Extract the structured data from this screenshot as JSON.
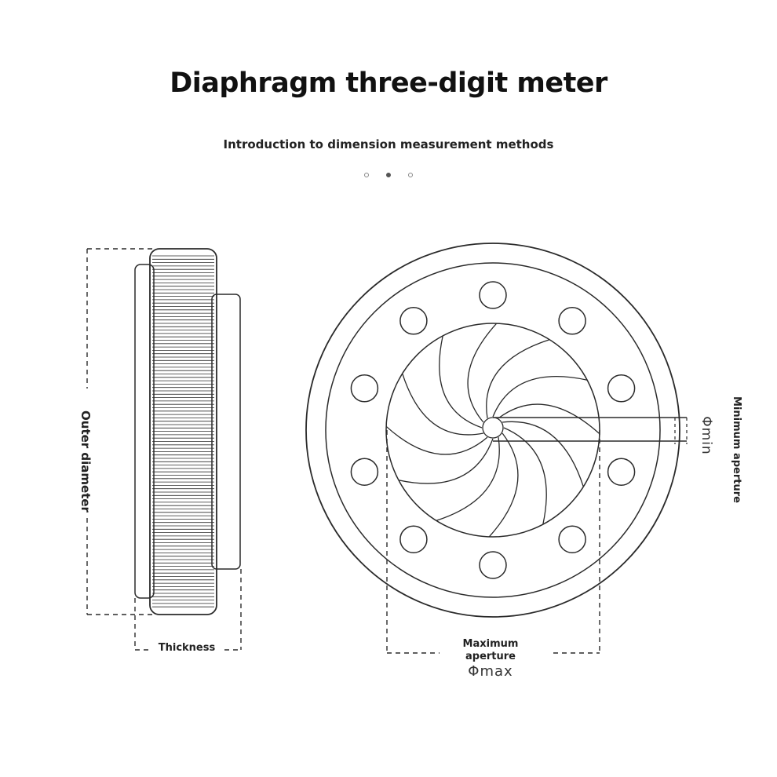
{
  "header": {
    "title": "Diaphragm three-digit meter",
    "subtitle": "Introduction to dimension measurement methods"
  },
  "carousel": {
    "dots": 3,
    "active_index": 1
  },
  "labels": {
    "thickness": "Thickness",
    "outer_diameter": "Outer diameter",
    "maximum_aperture": "Maximum aperture",
    "max_symbol": "Φmax",
    "minimum_aperture": "Minimum aperture",
    "min_symbol": "Φmin"
  },
  "colors": {
    "line": "#2a2a2a",
    "background": "#ffffff"
  }
}
